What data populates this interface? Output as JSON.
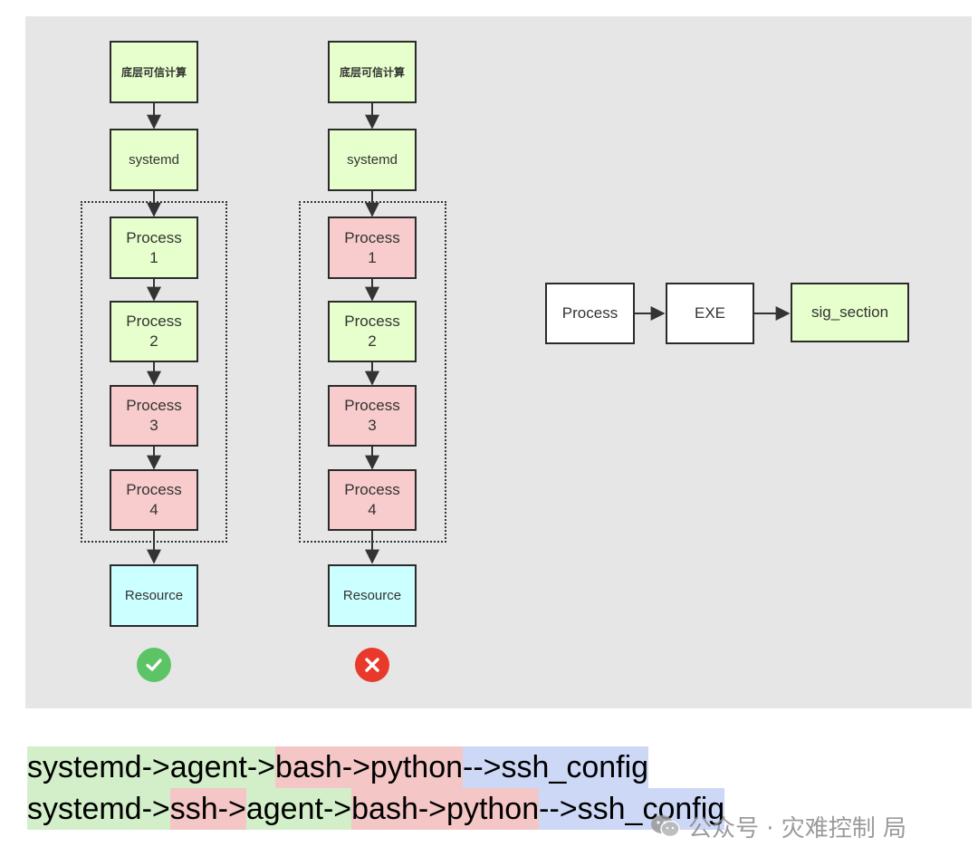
{
  "diagram": {
    "left_chain": {
      "nodes": [
        "底层可信计算",
        "systemd",
        "Process\n1",
        "Process\n2",
        "Process\n3",
        "Process\n4",
        "Resource"
      ],
      "status_icon": "check-circle-icon"
    },
    "right_chain": {
      "nodes": [
        "底层可信计算",
        "systemd",
        "Process\n1",
        "Process\n2",
        "Process\n3",
        "Process\n4",
        "Resource"
      ],
      "status_icon": "cross-circle-icon"
    },
    "flow": {
      "nodes": [
        "Process",
        "EXE",
        "sig_section"
      ]
    },
    "colors": {
      "trusted": "#e6ffcc",
      "untrusted": "#f8cccc",
      "resource": "#ccffff",
      "ok": "#5cc465",
      "error": "#e8392b"
    }
  },
  "chains": {
    "line1": [
      "systemd->agent->",
      "bash->python",
      "-->ssh_config"
    ],
    "line2": [
      "systemd->",
      "ssh->",
      "agent->",
      "bash->python",
      "-->ssh_config"
    ]
  },
  "watermark": {
    "icon": "wechat-icon",
    "text": "公众号 · 灾难控制 局"
  }
}
